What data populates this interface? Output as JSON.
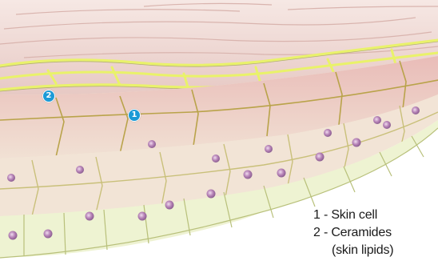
{
  "colors": {
    "marker": "#1b9ad6",
    "lipid": "#e9f26a",
    "lipid_outline": "#9aa63a",
    "cell_pink": "#ecc3c0",
    "cell_pale": "#f4ead7",
    "cell_green": "#eef3d2",
    "nucleus": "#b784b8"
  },
  "markers": [
    {
      "number": "1",
      "target": "Skin cell"
    },
    {
      "number": "2",
      "target": "Ceramides"
    }
  ],
  "legend": {
    "line1": "1 - Skin cell",
    "line2": "2 - Ceramides",
    "line3": "(skin lipids)"
  }
}
